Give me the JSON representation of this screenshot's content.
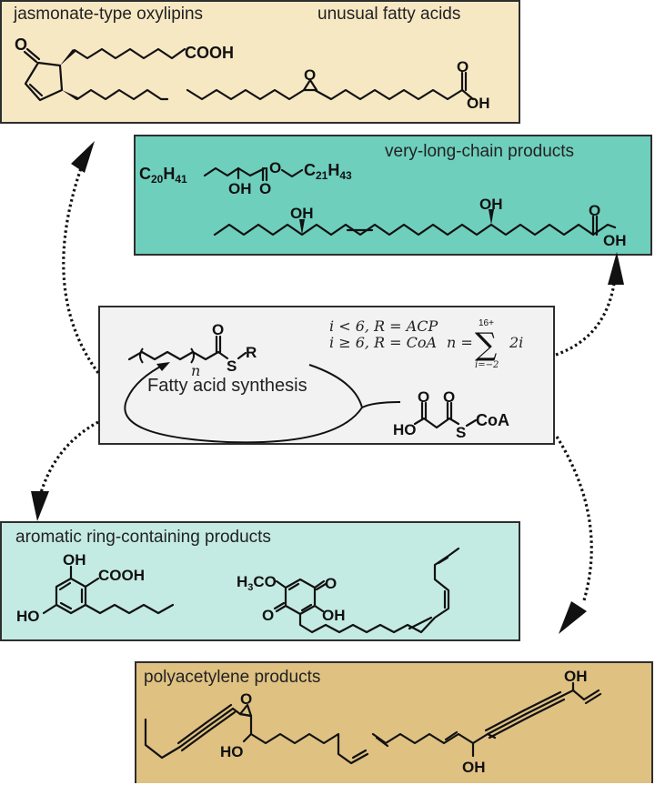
{
  "colors": {
    "jasmonate_box": "#f7e8c4",
    "very_long_chain_box": "#6fcfbd",
    "center_box": "#f2f2f2",
    "aromatic_box": "#c4ebe3",
    "polyacetylene_box": "#dfc182",
    "border": "#2e2e2e"
  },
  "boxes": {
    "top": {
      "title_left": "jasmonate-type oxylipins",
      "title_right": "unusual fatty acids",
      "labels": {
        "ketone_o": "O",
        "cooh": "COOH",
        "epoxide_o": "O",
        "acid_o": "O",
        "acid_oh": "OH"
      }
    },
    "very_long_chain": {
      "title": "very-long-chain products",
      "labels": {
        "c20": "C",
        "c20_sub": "20",
        "h41": "H",
        "h41_sub": "41",
        "oh1": "OH",
        "o_carbonyl": "O",
        "o_ester": "O",
        "c21": "C",
        "c21_sub": "21",
        "h43": "H",
        "h43_sub": "43",
        "oh2": "OH",
        "oh3": "OH",
        "acid_o": "O",
        "acid_oh": "OH"
      }
    },
    "center": {
      "title": "Fatty acid synthesis",
      "labels": {
        "o": "O",
        "s": "S",
        "r": "R",
        "n": "n",
        "malonyl_ho": "HO",
        "malonyl_o1": "O",
        "malonyl_o2": "O",
        "malonyl_s": "S",
        "malonyl_coa": "CoA"
      },
      "conditions": [
        "i < 6, R = ACP",
        "i ≥ 6, R = CoA"
      ],
      "formula": {
        "lhs": "n =",
        "sigma": "∑",
        "upper": "16+",
        "lower": "i=−2",
        "term": "2i"
      }
    },
    "aromatic": {
      "title": "aromatic ring-containing products",
      "labels": {
        "oh_top": "OH",
        "cooh": "COOH",
        "ho": "HO",
        "h3co": "H",
        "h3co_sub": "3",
        "h3co_tail": "CO",
        "quinone_o1": "O",
        "quinone_o2": "O",
        "quinone_oh": "OH"
      }
    },
    "polyacetylene": {
      "title": "polyacetylene products",
      "labels": {
        "epoxide_o": "O",
        "ho": "HO",
        "oh_bottom": "OH",
        "oh_top": "OH"
      }
    }
  },
  "arrows": [
    {
      "name": "to-jasmonate",
      "from": "fatty-acid-synthesis",
      "to": "jasmonate-type oxylipins"
    },
    {
      "name": "to-very-long-chain",
      "from": "fatty-acid-synthesis",
      "to": "very-long-chain products"
    },
    {
      "name": "to-aromatic",
      "from": "fatty-acid-synthesis",
      "to": "aromatic ring-containing products"
    },
    {
      "name": "to-polyacetylene",
      "from": "fatty-acid-synthesis",
      "to": "polyacetylene products"
    }
  ]
}
